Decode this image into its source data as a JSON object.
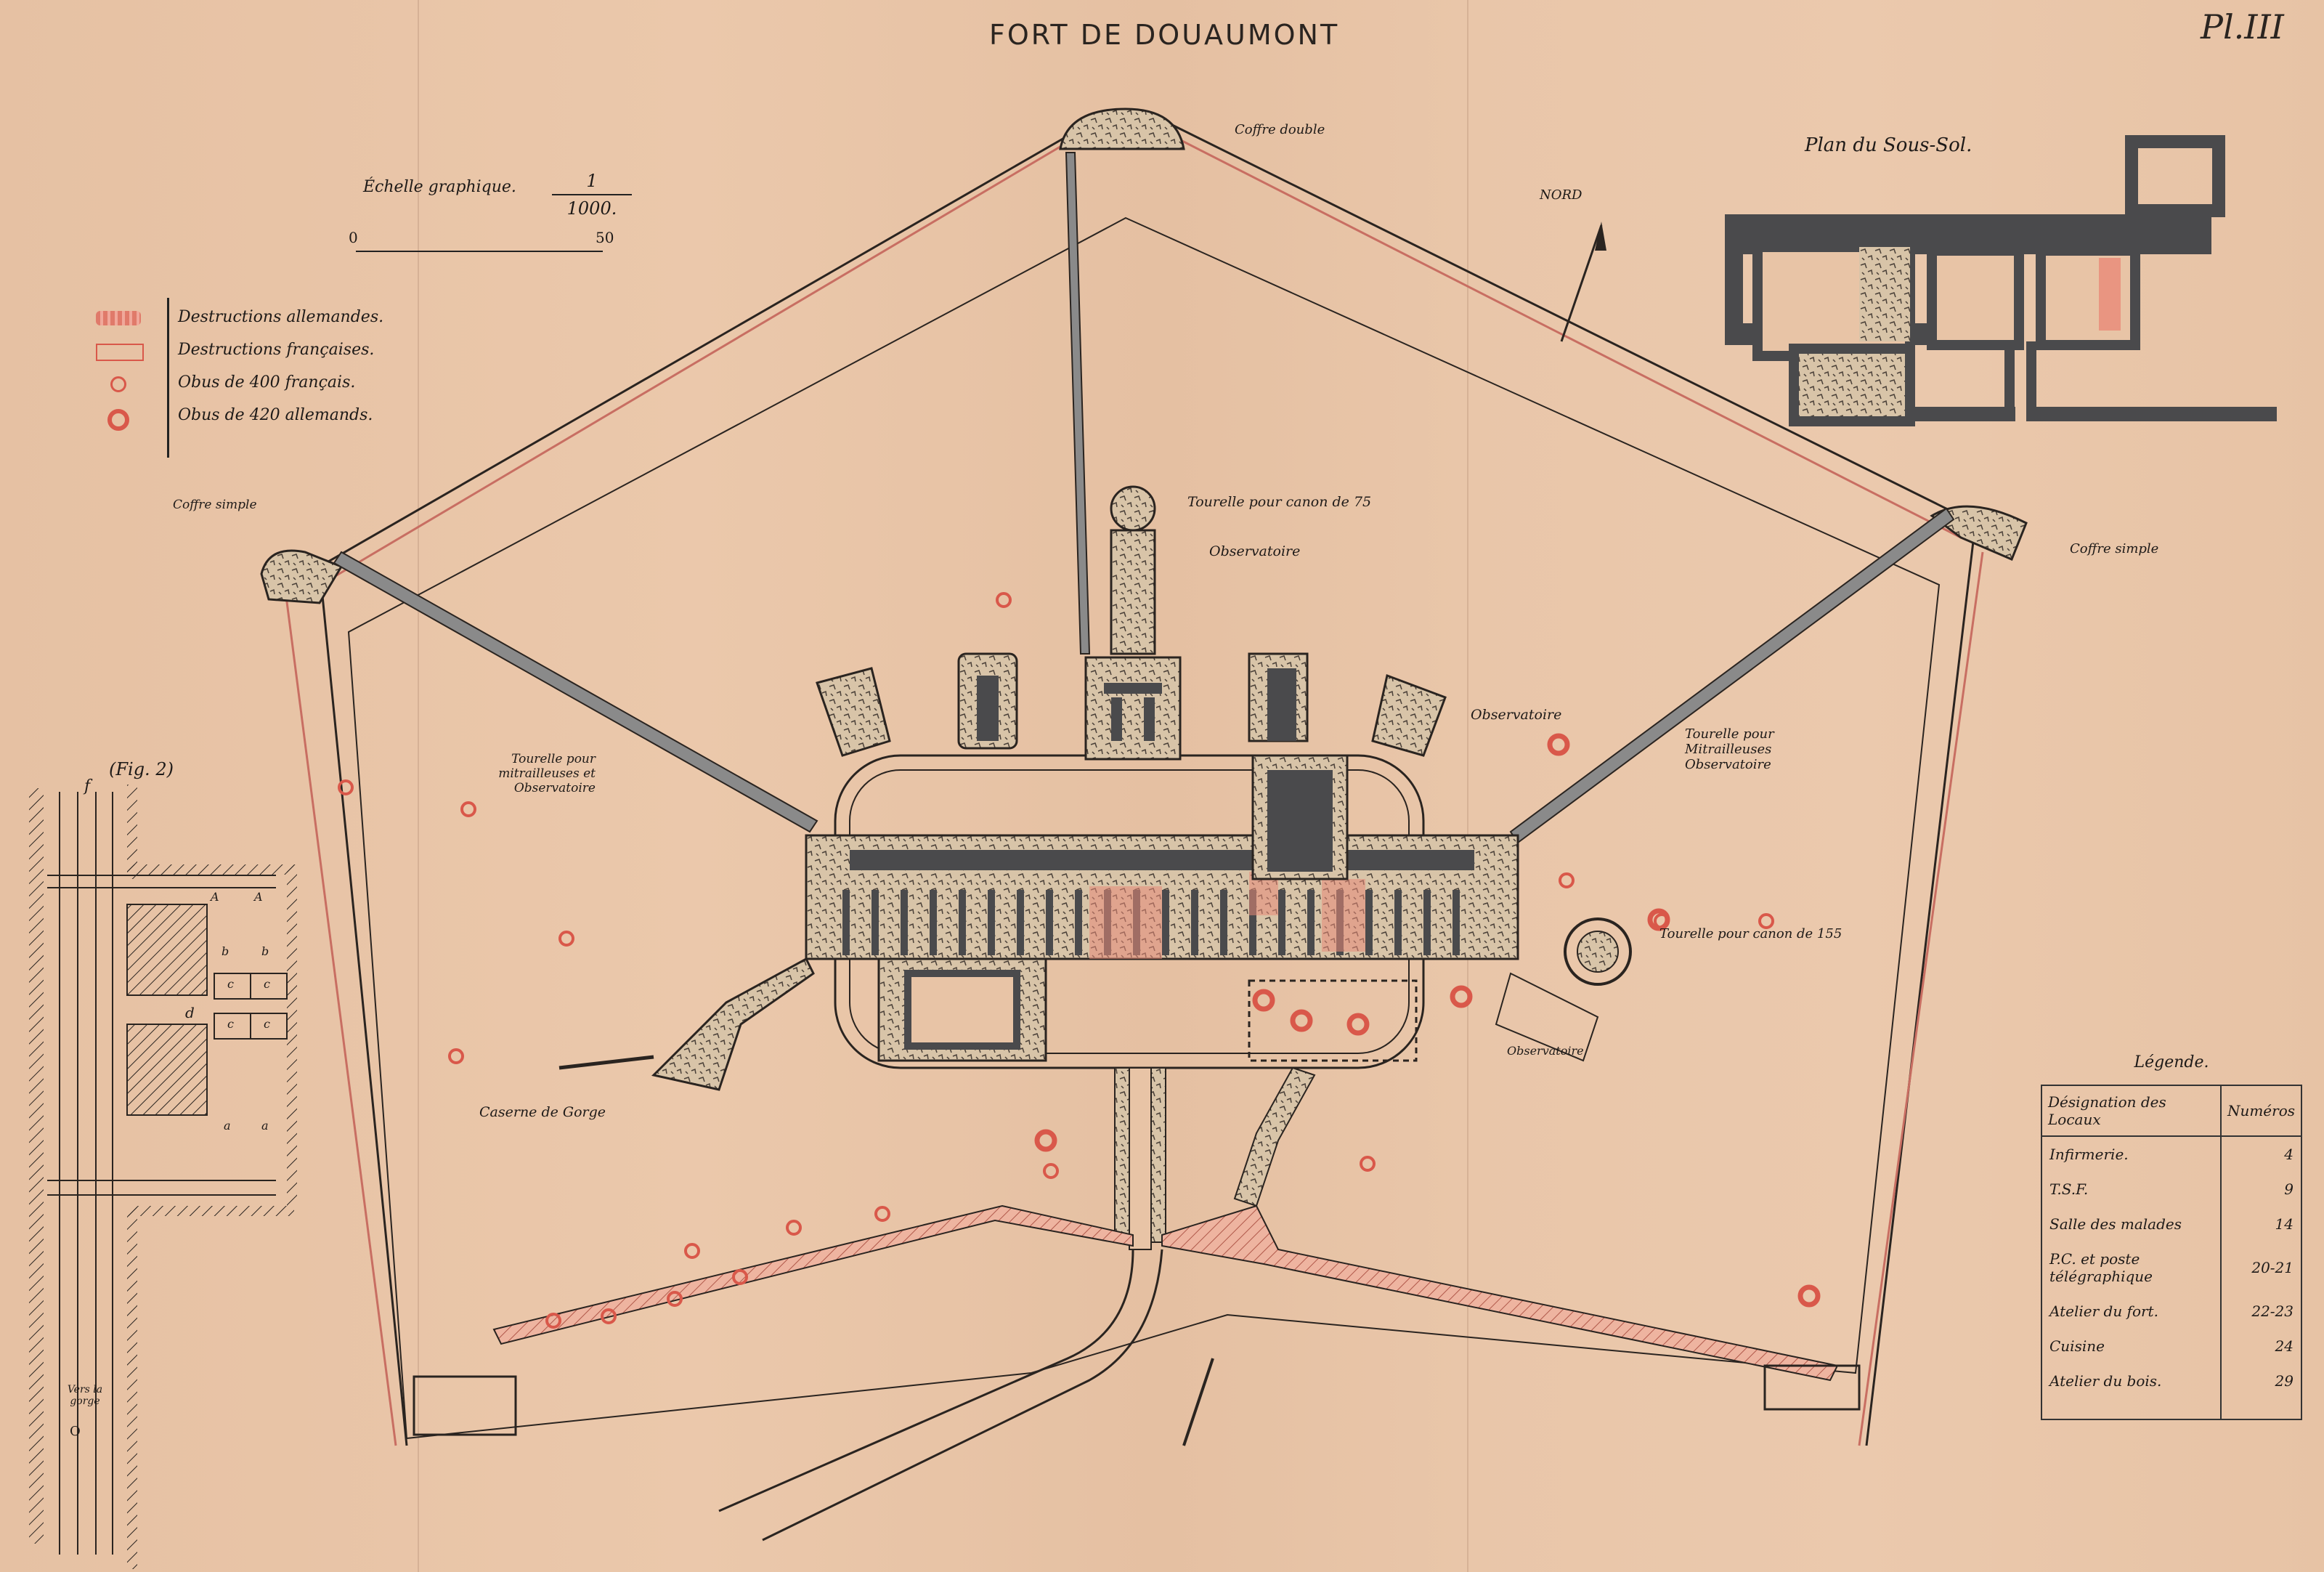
{
  "header": {
    "title": "FORT DE DOUAUMONT",
    "plate_number": "Pl.III"
  },
  "scale": {
    "label": "Échelle graphique.",
    "ratio_numerator": "1",
    "ratio_denominator": "1000.",
    "bar_start": "0",
    "bar_end": "50"
  },
  "symbol_legend": {
    "items": [
      {
        "swatch": "red-hatched-block",
        "label": "Destructions allemandes."
      },
      {
        "swatch": "red-outline-block",
        "label": "Destructions françaises."
      },
      {
        "swatch": "small-red-circle",
        "label": "Obus de 400 français."
      },
      {
        "swatch": "large-red-circle",
        "label": "Obus de 420 allemands."
      }
    ]
  },
  "map_labels": {
    "north": "NORD",
    "top_salient": "Coffre double",
    "left_salient": "Coffre simple",
    "right_salient": "Coffre simple",
    "turret_75": "Tourelle pour canon de 75",
    "observatory_top": "Observatoire",
    "observatory_right": "Observatoire",
    "left_turret_mg": "Tourelle pour mitrailleuses et Observatoire",
    "right_turret_mg": "Tourelle pour Mitrailleuses Observatoire",
    "turret_155": "Tourelle pour canon de 155",
    "observatory_bottom": "Observatoire",
    "gorge": "Caserne de Gorge",
    "basement_title": "Plan du Sous-Sol.",
    "fig2_title": "(Fig. 2)",
    "fig2_label_f": "f",
    "fig2_label_d": "d",
    "fig2_cells": [
      "b",
      "b",
      "c",
      "c",
      "c",
      "c",
      "a",
      "a"
    ],
    "fig2_arrow_labels": [
      "A",
      "A"
    ],
    "fig2_bottom_label": "Vers la gorge",
    "fig2_bottom_mark": "O"
  },
  "rooms_legend": {
    "caption": "Légende.",
    "headers": {
      "name": "Désignation des Locaux",
      "num": "Numéros"
    },
    "rows": [
      {
        "name": "Infirmerie.",
        "num": "4"
      },
      {
        "name": "T.S.F.",
        "num": "9"
      },
      {
        "name": "Salle des malades",
        "num": "14"
      },
      {
        "name": "P.C. et poste télégraphique",
        "num": "20-21"
      },
      {
        "name": "Atelier du fort.",
        "num": "22-23"
      },
      {
        "name": "Cuisine",
        "num": "24"
      },
      {
        "name": "Atelier du bois.",
        "num": "29"
      }
    ]
  },
  "colors": {
    "paper": "#e8c4a6",
    "ink": "#2a2420",
    "wall_fill": "#4a4a4c",
    "damage_red": "#e07a6a",
    "shell_red": "#d9584a"
  }
}
